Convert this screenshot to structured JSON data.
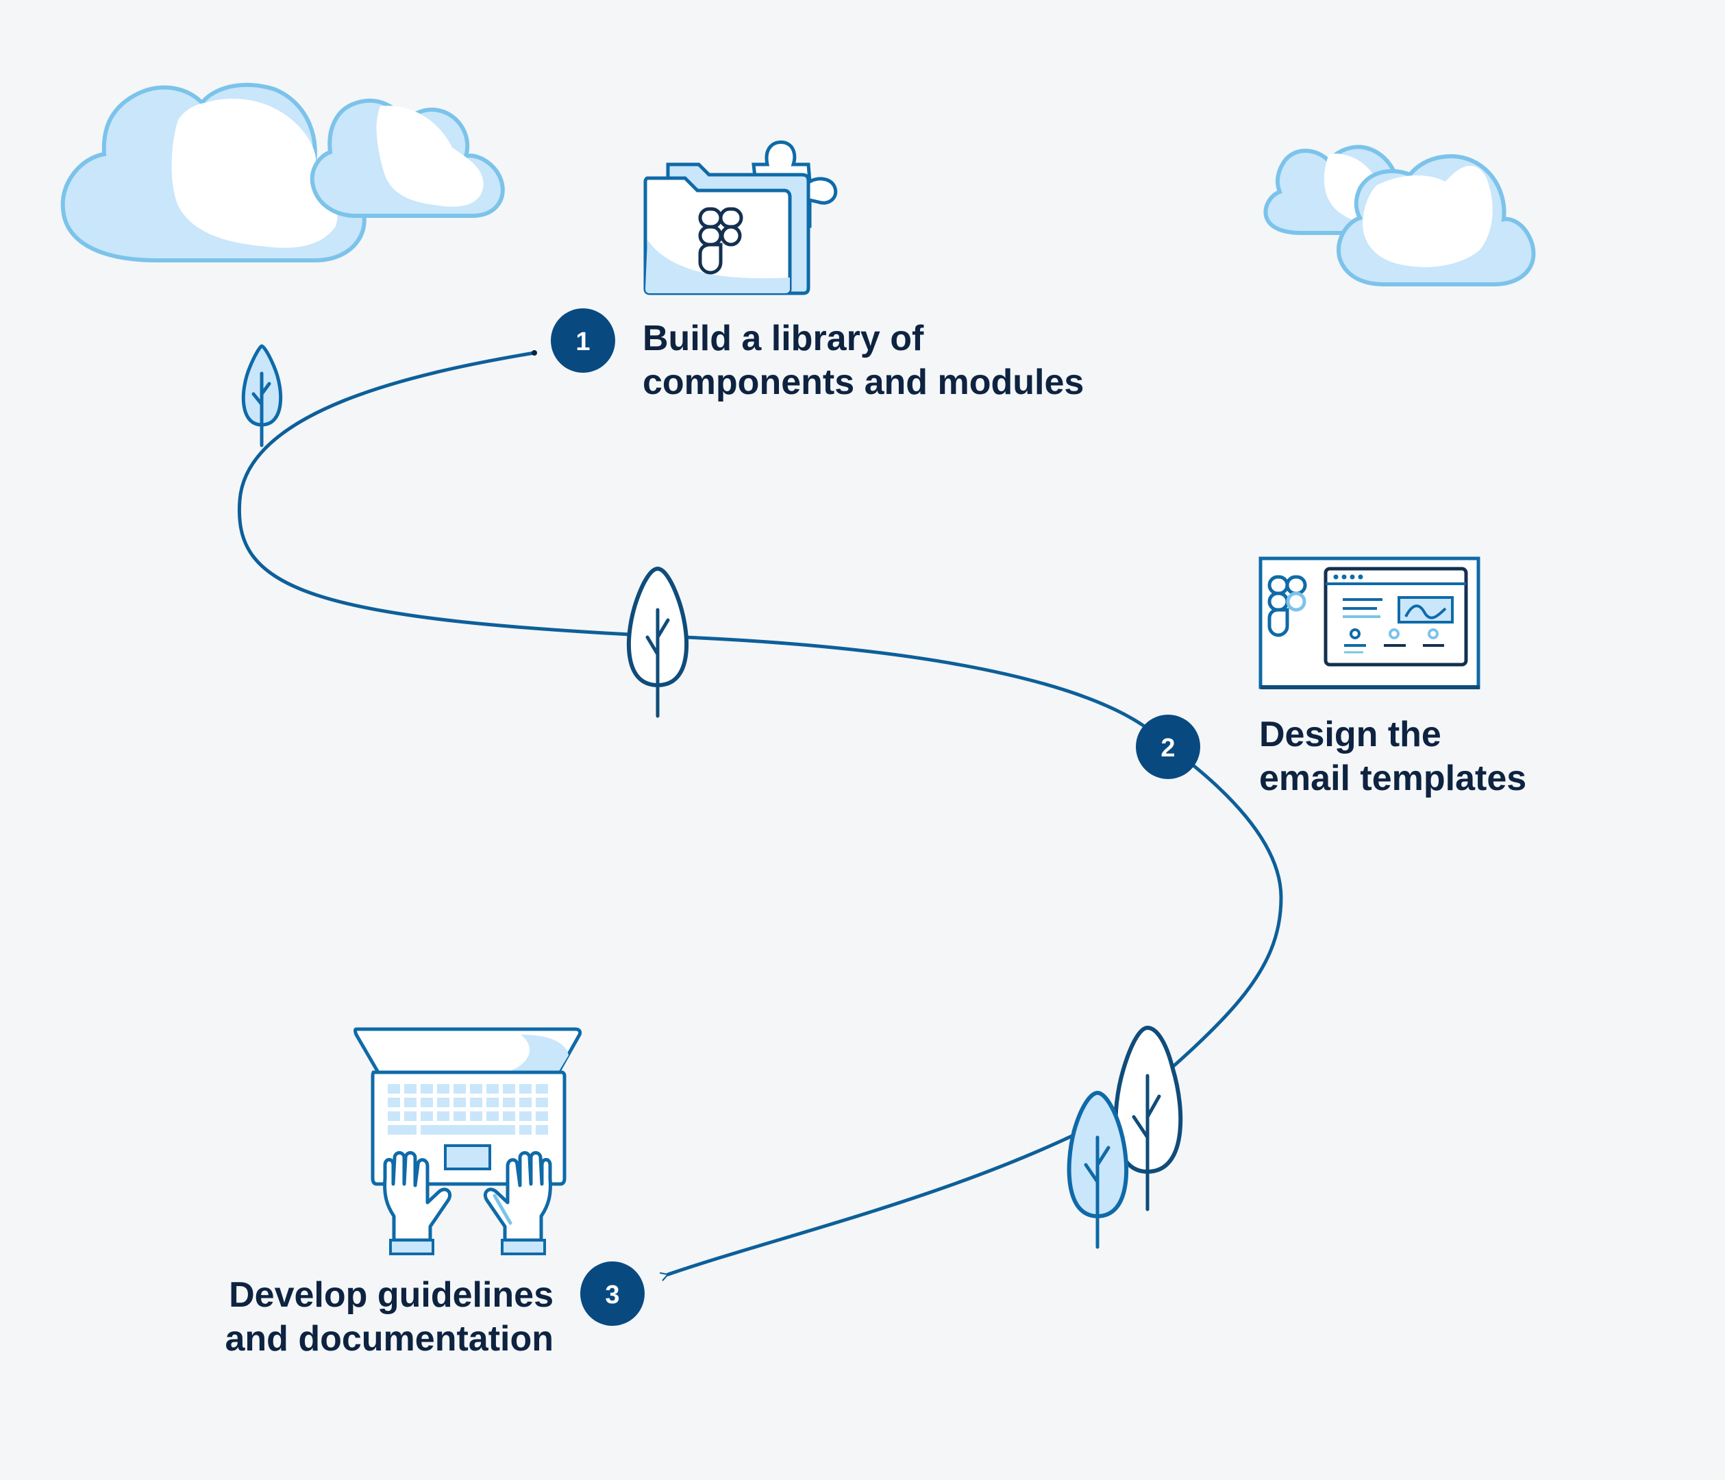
{
  "steps": [
    {
      "number": "1",
      "line1": "Build a library of",
      "line2": "components and modules",
      "icon": "figma-folder-puzzle-icon"
    },
    {
      "number": "2",
      "line1": "Design the",
      "line2": "email templates",
      "icon": "figma-email-template-icon"
    },
    {
      "number": "3",
      "line1": "Develop guidelines",
      "line2": "and documentation",
      "icon": "laptop-typing-icon"
    }
  ],
  "colors": {
    "background": "#f4f6f8",
    "path": "#0d5f99",
    "badge": "#084a80",
    "text": "#0d2340",
    "stroke": "#0f6aa8",
    "fill_light": "#c9e6fb",
    "cloud_stroke": "#7cc3ea",
    "dark_stroke": "#14304f"
  }
}
